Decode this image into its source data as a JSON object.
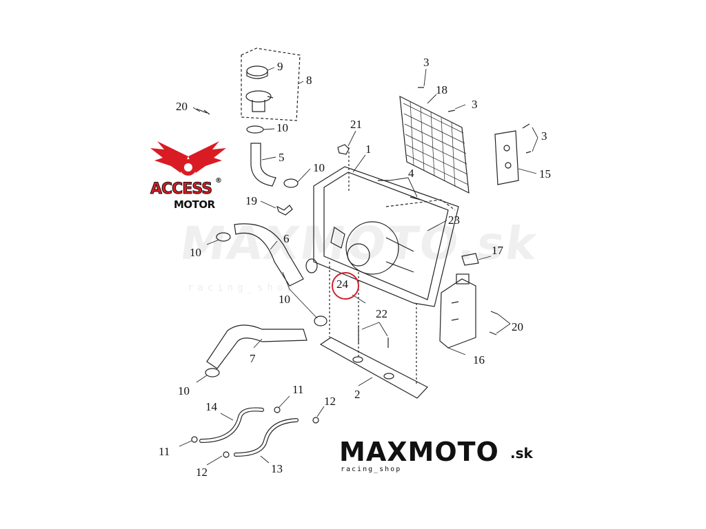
{
  "callouts": [
    {
      "n": "3"
    },
    {
      "n": "18"
    },
    {
      "n": "3"
    },
    {
      "n": "3"
    },
    {
      "n": "15"
    },
    {
      "n": "9"
    },
    {
      "n": "8"
    },
    {
      "n": "20"
    },
    {
      "n": "10"
    },
    {
      "n": "21"
    },
    {
      "n": "1"
    },
    {
      "n": "5"
    },
    {
      "n": "10"
    },
    {
      "n": "4"
    },
    {
      "n": "19"
    },
    {
      "n": "23"
    },
    {
      "n": "10"
    },
    {
      "n": "6"
    },
    {
      "n": "17"
    },
    {
      "n": "24"
    },
    {
      "n": "10"
    },
    {
      "n": "22"
    },
    {
      "n": "20"
    },
    {
      "n": "7"
    },
    {
      "n": "16"
    },
    {
      "n": "10"
    },
    {
      "n": "2"
    },
    {
      "n": "11"
    },
    {
      "n": "14"
    },
    {
      "n": "12"
    },
    {
      "n": "11"
    },
    {
      "n": "12"
    },
    {
      "n": "13"
    }
  ],
  "logo_access": {
    "word": "ACCESS",
    "sub": "MOTOR",
    "reg": "®",
    "color": "#d91c24"
  },
  "brand": {
    "main": "MAXMOTO",
    "suffix": ".sk",
    "tagline": "racing_shop",
    "accent": "#d91c24"
  },
  "watermark": {
    "main": "MAXMOTO.sk",
    "sub": "racing_shop"
  },
  "highlight_color": "#d0202a"
}
